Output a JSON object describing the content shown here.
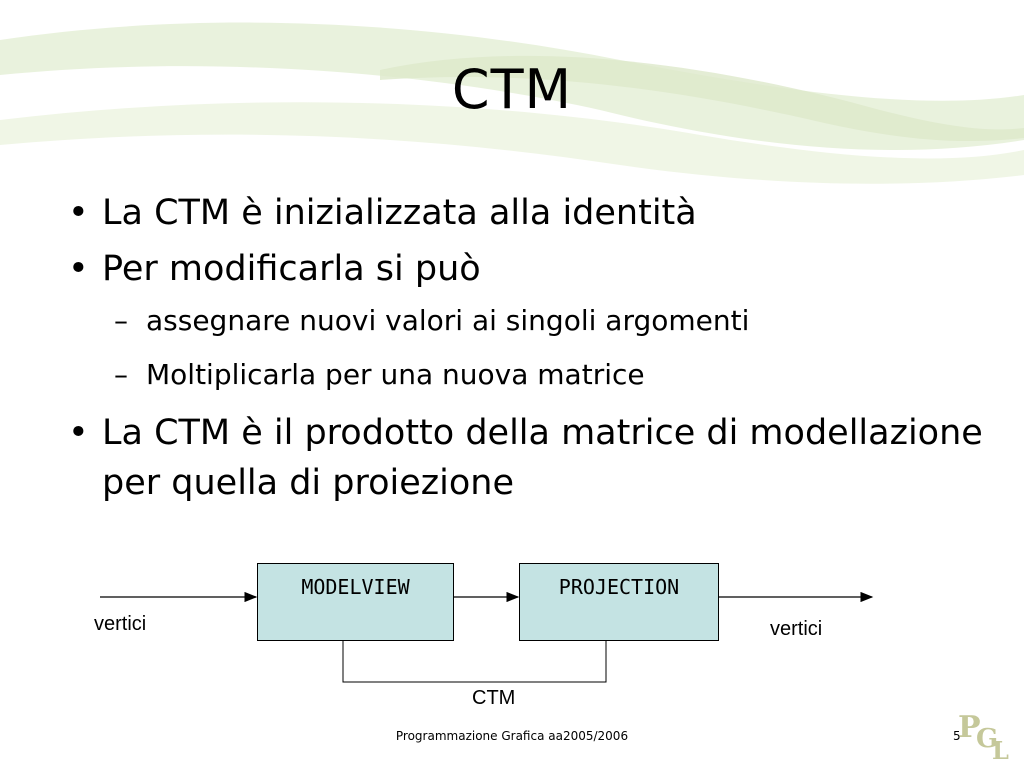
{
  "slide": {
    "title": "CTM",
    "bullets": [
      {
        "marker": "•",
        "text": "La CTM è inizializzata alla identità"
      },
      {
        "marker": "•",
        "text": "Per modificarla si può"
      },
      {
        "marker": "–",
        "text": "assegnare nuovi valori ai singoli argomenti"
      },
      {
        "marker": "–",
        "text": "Moltiplicarla per una nuova matrice"
      },
      {
        "marker": "•",
        "text": "La CTM è il prodotto della matrice di modellazione per quella di proiezione"
      }
    ]
  },
  "diagram": {
    "box1": "MODELVIEW",
    "box2": "PROJECTION",
    "input_label": "vertici",
    "output_label": "vertici",
    "bottom_label": "CTM",
    "box_color": "#c4e3e3"
  },
  "footer": {
    "text": "Programmazione Grafica aa2005/2006",
    "page_number": "5",
    "logo_letters": [
      "P",
      "G",
      "L"
    ]
  },
  "theme": {
    "swoosh_color": "#d9ebc4"
  }
}
